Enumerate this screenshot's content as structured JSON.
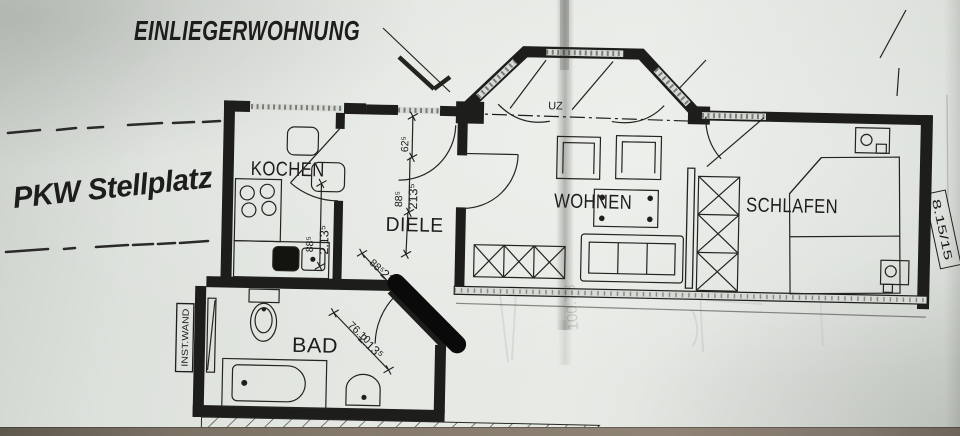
{
  "photo": {
    "title": "EINLIEGERWOHNUNG",
    "handwriting": "PKW Stellplatz",
    "side_label": "8.15/15",
    "bleed_through": "100.78"
  },
  "plan": {
    "rooms": {
      "kochen": "KOCHEN",
      "diele": "DIELE",
      "wohnen": "WOHNEN",
      "schlafen": "SCHLAFEN",
      "bad": "BAD"
    },
    "labels": {
      "uz": "UZ",
      "inst_wand": "INST.WAND"
    },
    "dims": {
      "kochen_w": "88⁵",
      "kochen_h": "2.13⁵",
      "diele_top": "62⁵",
      "diele_w": "88⁵",
      "diele_h": "213⁵",
      "bad_w": "88⁵",
      "bad_h": "213⁵",
      "bad_door_w": "76.10",
      "bad_door_h": "2.13⁵"
    }
  },
  "colors": {
    "ink": "#1d1d1b",
    "paper": "#e4e7e2",
    "blue_ink": "#36427c",
    "marker": "#0a0a0a"
  }
}
